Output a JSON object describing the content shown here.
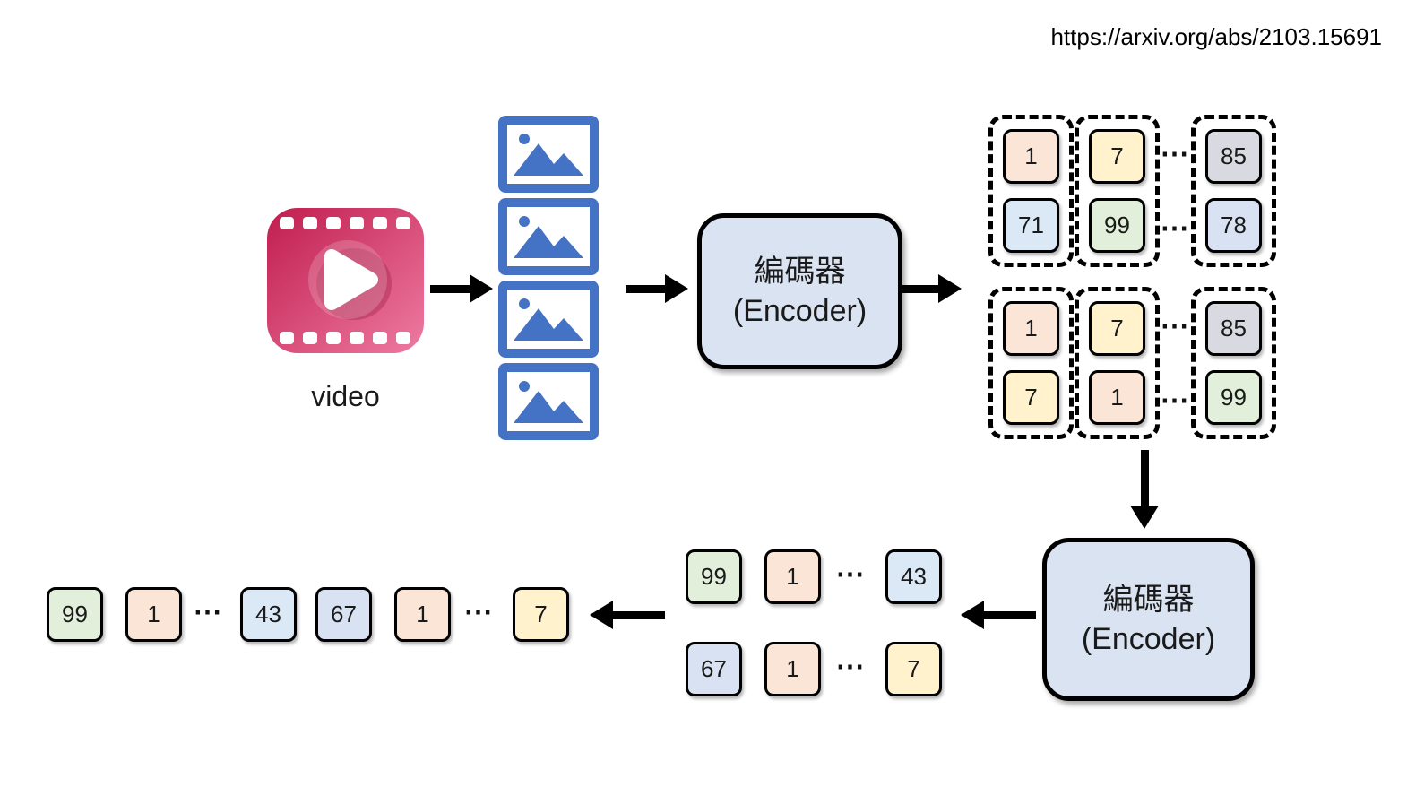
{
  "page": {
    "background": "#ffffff",
    "arxiv_url": "https://arxiv.org/abs/2103.15691"
  },
  "palette": {
    "peach": "#fbe5d6",
    "yellow": "#fff2cc",
    "green": "#e2efda",
    "blue": "#dbe9f7",
    "periwinkle": "#d9e2f3",
    "gray": "#d9d9e2",
    "encoder_box": "#dae3f1",
    "frame_blue": "#4472c4",
    "video_red_dark": "#c01d4e",
    "video_red_light": "#ee7ba2",
    "arrow_black": "#000000"
  },
  "video": {
    "label": "video"
  },
  "encoder_top": {
    "line1": "編碼器",
    "line2": "(Encoder)"
  },
  "encoder_bottom": {
    "line1": "編碼器",
    "line2": "(Encoder)"
  },
  "ellipsis": "⋯",
  "patch_grid": {
    "rows": [
      {
        "groups": [
          {
            "top": {
              "value": "1",
              "color": "peach"
            },
            "bottom": {
              "value": "71",
              "color": "blue"
            }
          },
          {
            "top": {
              "value": "7",
              "color": "yellow"
            },
            "bottom": {
              "value": "99",
              "color": "green"
            }
          },
          {
            "top": {
              "value": "85",
              "color": "gray"
            },
            "bottom": {
              "value": "78",
              "color": "periwinkle"
            }
          }
        ]
      },
      {
        "groups": [
          {
            "top": {
              "value": "1",
              "color": "peach"
            },
            "bottom": {
              "value": "7",
              "color": "yellow"
            }
          },
          {
            "top": {
              "value": "7",
              "color": "yellow"
            },
            "bottom": {
              "value": "1",
              "color": "peach"
            }
          },
          {
            "top": {
              "value": "85",
              "color": "gray"
            },
            "bottom": {
              "value": "99",
              "color": "green"
            }
          }
        ]
      }
    ]
  },
  "encoder_output": {
    "row1": [
      {
        "value": "99",
        "color": "green"
      },
      {
        "value": "1",
        "color": "peach"
      },
      {
        "value": "43",
        "color": "blue"
      }
    ],
    "row2": [
      {
        "value": "67",
        "color": "periwinkle"
      },
      {
        "value": "1",
        "color": "peach"
      },
      {
        "value": "7",
        "color": "yellow"
      }
    ]
  },
  "final_sequence": [
    {
      "value": "99",
      "color": "green"
    },
    {
      "value": "1",
      "color": "peach"
    },
    {
      "value": "43",
      "color": "blue"
    },
    {
      "value": "67",
      "color": "periwinkle"
    },
    {
      "value": "1",
      "color": "peach"
    },
    {
      "value": "7",
      "color": "yellow"
    }
  ]
}
